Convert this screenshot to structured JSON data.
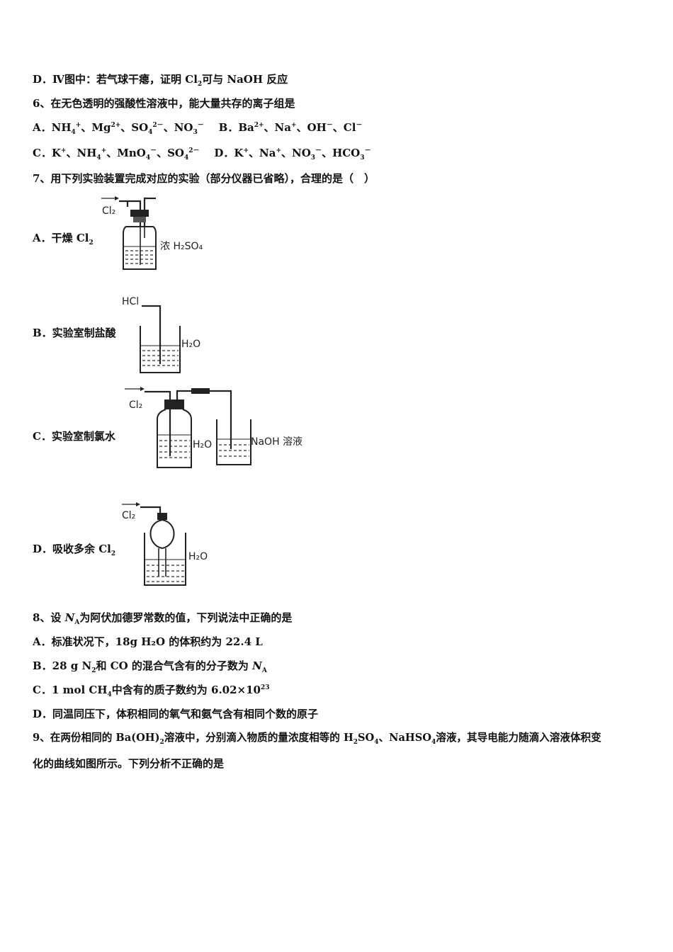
{
  "q6_d": {
    "prefix": "D．Ⅳ图中：若气球干瘪，证明 Cl",
    "sub": "2",
    "suffix": "可与 NaOH 反应"
  },
  "q6": {
    "stem": "6、在无色透明的强酸性溶液中，能大量共存的离子组是",
    "A": {
      "a1": "A．NH",
      "a2": "4",
      "a3": "+",
      "a4": "、Mg",
      "a5": "2+",
      "a6": "、SO",
      "a7": "4",
      "a8": "2－",
      "a9": "、NO",
      "a10": "3",
      "a11": "－"
    },
    "B": {
      "b1": "B．Ba",
      "b2": "2+",
      "b3": "、Na",
      "b4": "+",
      "b5": "、OH",
      "b6": "－",
      "b7": "、Cl",
      "b8": "－"
    },
    "C": {
      "c1": "C．K",
      "c2": "+",
      "c3": "、NH",
      "c4": "4",
      "c5": "+",
      "c6": "、MnO",
      "c7": "4",
      "c8": "－",
      "c9": "、SO",
      "c10": "4",
      "c11": "2－"
    },
    "D": {
      "d1": "D．K",
      "d2": "+",
      "d3": "、Na",
      "d4": "+",
      "d5": "、NO",
      "d6": "3",
      "d7": "－",
      "d8": "、HCO",
      "d9": "3",
      "d10": "－"
    }
  },
  "q7": {
    "stem": "7、用下列实验装置完成对应的实验（部分仪器已省略），合理的是（　）",
    "A": {
      "label": "A．干燥 Cl",
      "sub": "2"
    },
    "B": {
      "label": "B．实验室制盐酸"
    },
    "C": {
      "label": "C．实验室制氯水"
    },
    "D": {
      "label": "D．吸收多余 Cl",
      "sub": "2"
    }
  },
  "fig": {
    "a_gas": "Cl₂",
    "a_liquid": "浓 H₂SO₄",
    "b_gas": "HCl",
    "b_liquid": "H₂O",
    "c_gas": "Cl₂",
    "c_liquid1": "H₂O",
    "c_liquid2": "NaOH 溶液",
    "d_gas": "Cl₂",
    "d_liquid": "H₂O"
  },
  "q8": {
    "s1": "8、设 ",
    "na": "N",
    "nasub": "A",
    "s2": "为阿伏加德罗常数的值，下列说法中正确的是",
    "A": "A．标准状况下，18g H₂O 的体积约为 22.4 L",
    "B": {
      "b1": "B．28 g N",
      "b2": "2",
      "b3": "和 CO 的混合气含有的分子数为 ",
      "b4": "N",
      "b5": "A"
    },
    "C": {
      "c1": "C．1 mol CH",
      "c2": "4",
      "c3": "中含有的质子数约为 6.02×10",
      "c4": "23"
    },
    "D": "D．同温同压下，体积相同的氧气和氨气含有相同个数的原子"
  },
  "q9": {
    "l1a": "9、在两份相同的 Ba(OH)",
    "l1b": "2",
    "l1c": "溶液中，分别滴入物质的量浓度相等的 H",
    "l1d": "2",
    "l1e": "SO",
    "l1f": "4",
    "l1g": "、NaHSO",
    "l1h": "4",
    "l1i": "溶液，其导电能力随滴入溶液体积变",
    "l2": "化的曲线如图所示。下列分析不正确的是"
  }
}
